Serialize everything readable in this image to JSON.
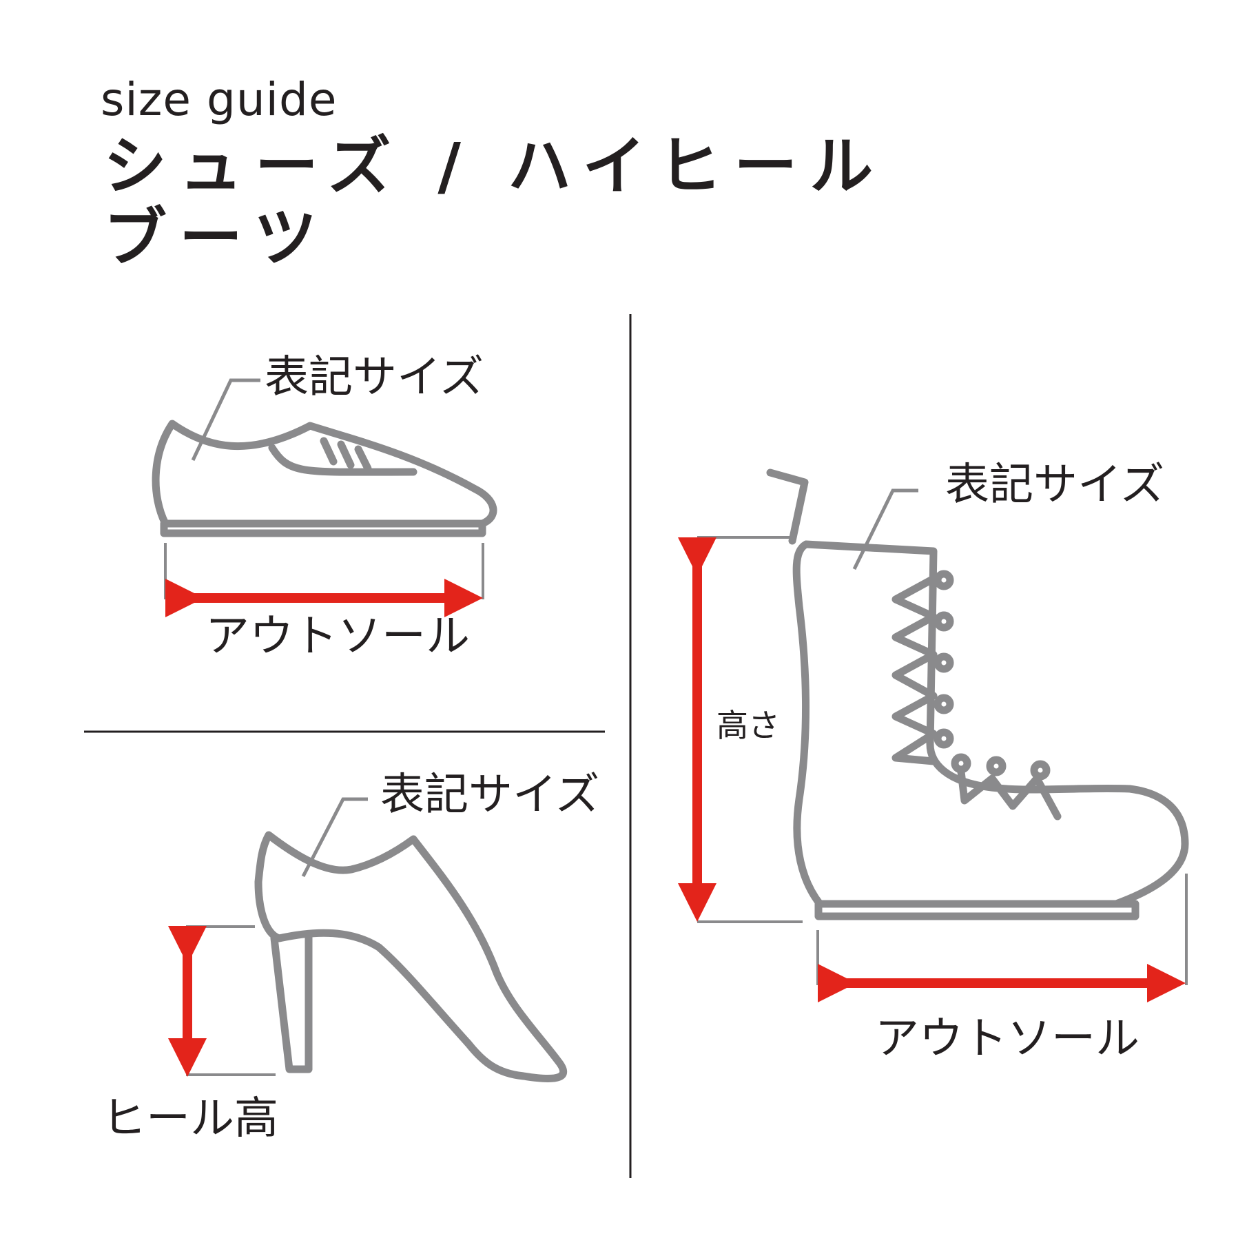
{
  "header": {
    "subtitle": "size guide",
    "title_line1": "シューズ / ハイヒール",
    "title_line2": "ブーツ"
  },
  "shoes": {
    "size_label": "表記サイズ",
    "outsole_label": "アウトソール"
  },
  "heel": {
    "size_label": "表記サイズ",
    "heel_height_label": "ヒール高"
  },
  "boots": {
    "size_label": "表記サイズ",
    "height_label": "高さ",
    "outsole_label": "アウトソール"
  },
  "colors": {
    "outline": "#8a8a8c",
    "arrow": "#e3241b",
    "text": "#231f20",
    "divider": "#231f20"
  },
  "icons": [
    "shoe-icon",
    "high-heel-icon",
    "boot-icon",
    "double-arrow-icon"
  ]
}
